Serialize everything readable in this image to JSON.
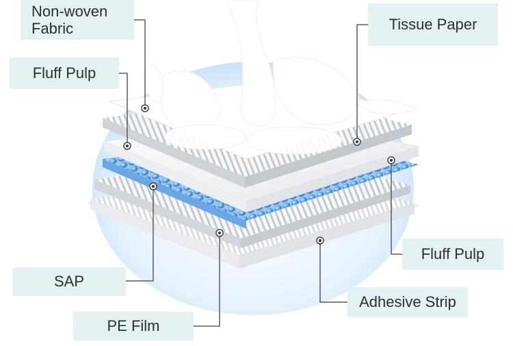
{
  "labels": {
    "non_woven_fabric": "Non-woven Fabric",
    "tissue_paper": "Tissue Paper",
    "fluff_pulp_top": "Fluff Pulp",
    "fluff_pulp_right": "Fluff Pulp",
    "sap": "SAP",
    "adhesive_strip": "Adhesive Strip",
    "pe_film": "PE Film"
  },
  "colors": {
    "label_bg": "#e3f1f2",
    "label_text": "#2e2e2e",
    "leader_line": "#5a5a5a",
    "sap_blue": "#3f8ee0",
    "halo_blue": "#cfe6fb",
    "sheet_white": "#ffffff",
    "stripe_gray": "#c9cdd2"
  }
}
